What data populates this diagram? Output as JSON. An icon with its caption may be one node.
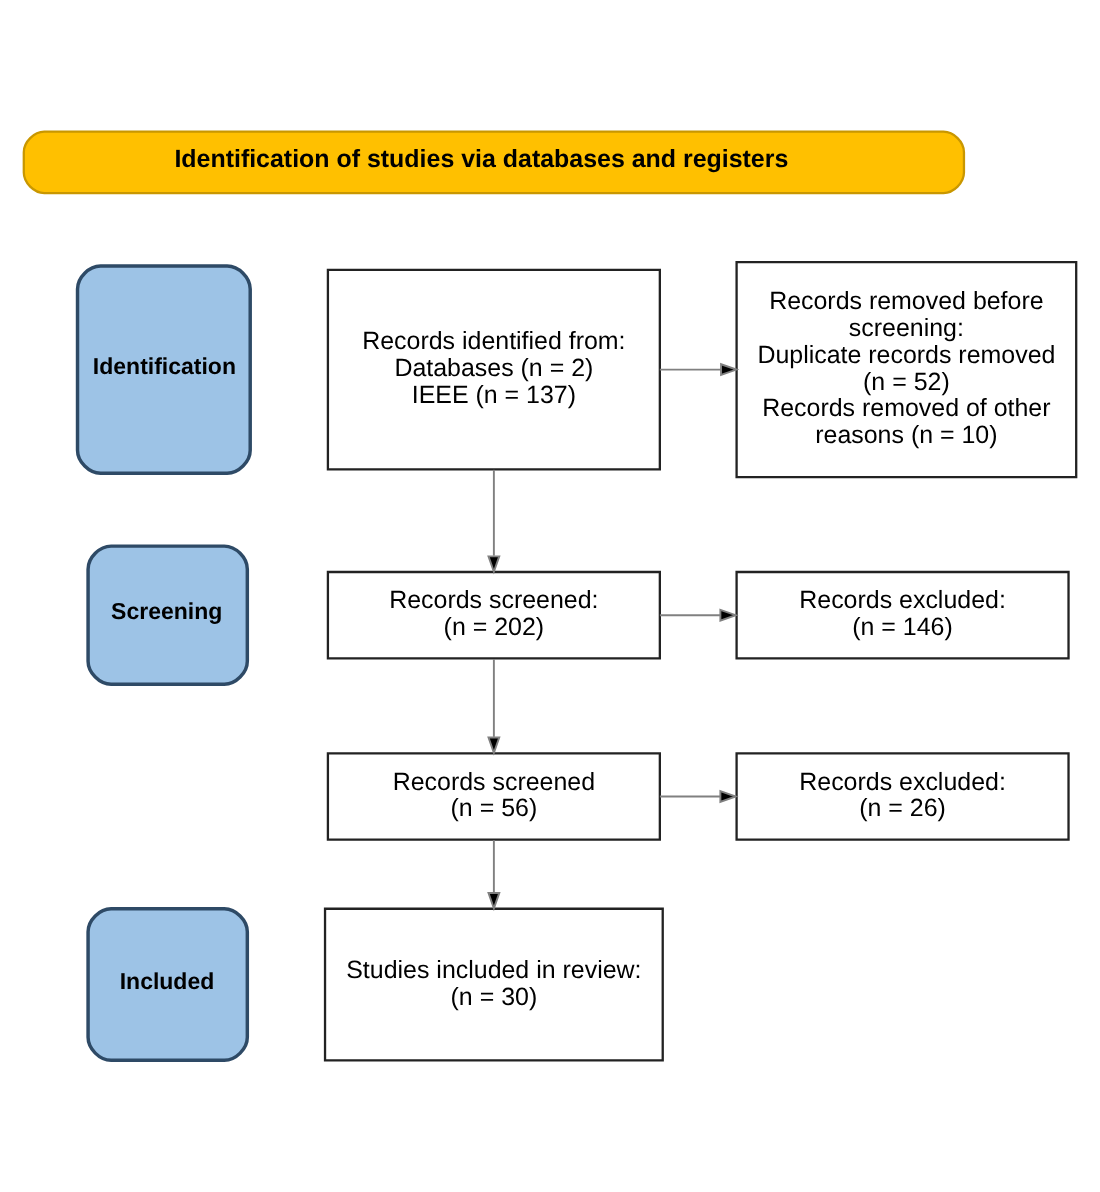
{
  "diagram": {
    "nodes": [
      {
        "text": [
          "Identification of studies via databases and registers"
        ]
      },
      {
        "text": [
          "Identification"
        ]
      },
      {
        "text": [
          "Records identified from:",
          "Databases (n = 2)",
          "IEEE (n = 137)"
        ]
      },
      {
        "text": [
          "Records removed before screening:",
          "Duplicate records removed (n = 52)",
          "Records removed of other reasons (n = 10)"
        ]
      },
      {
        "text": [
          "Screening"
        ]
      },
      {
        "text": [
          "Records screened:",
          "(n = 202)"
        ]
      },
      {
        "text": [
          "Records excluded:",
          "(n = 146)"
        ]
      },
      {
        "text": [
          "Records screened",
          "(n = 56)"
        ]
      },
      {
        "text": [
          "Records excluded:",
          "(n = 26)"
        ]
      },
      {
        "text": [
          "Included"
        ]
      },
      {
        "text": [
          "Studies included in review:",
          "(n = 30)"
        ]
      }
    ],
    "edges": [
      {
        "from": 2,
        "to": 3,
        "arrow": "to"
      },
      {
        "from": 2,
        "to": 5,
        "arrow": "to"
      },
      {
        "from": 5,
        "to": 6,
        "arrow": "to"
      },
      {
        "from": 5,
        "to": 7,
        "arrow": "to"
      },
      {
        "from": 7,
        "to": 8,
        "arrow": "to"
      },
      {
        "from": 7,
        "to": 10,
        "arrow": "to"
      }
    ]
  }
}
